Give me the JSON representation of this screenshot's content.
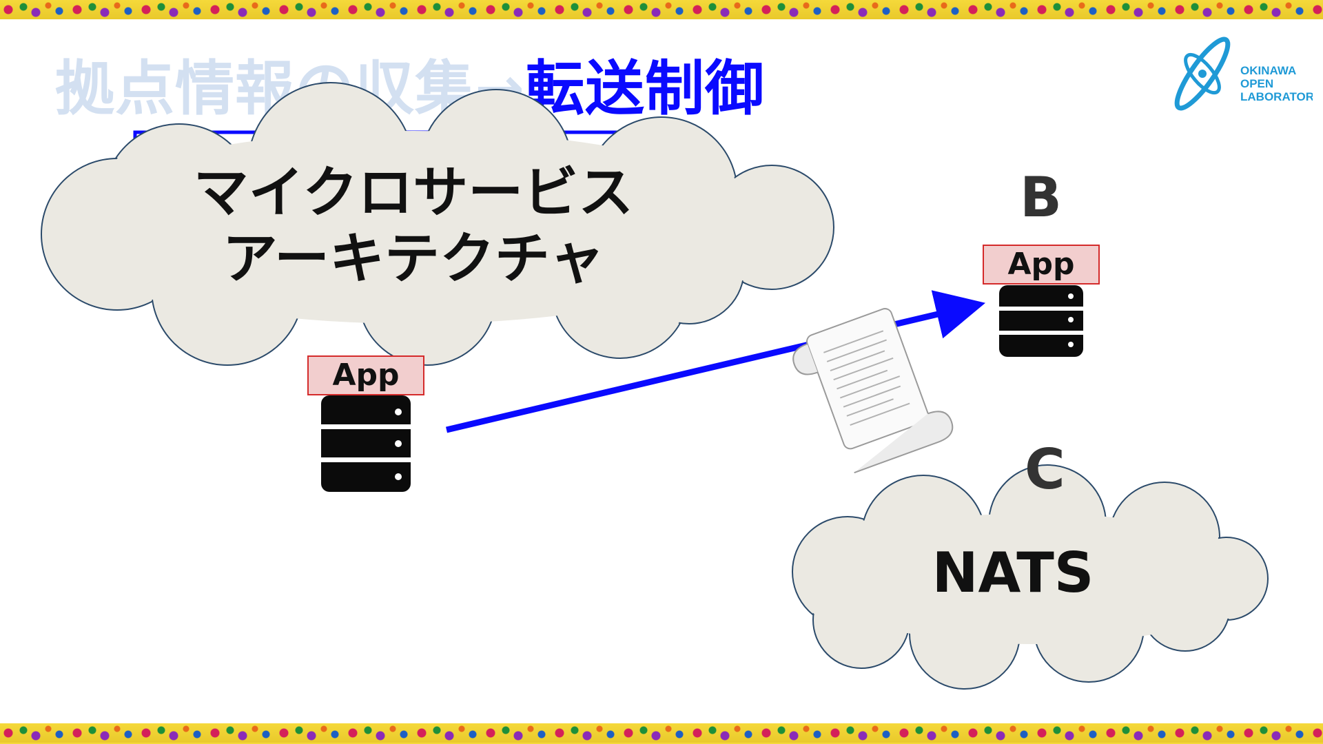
{
  "title": {
    "dim": "拠点情報の収集→",
    "highlight": "転送制御"
  },
  "logo": {
    "line1": "OKINAWA",
    "line2": "OPEN",
    "line3": "LABORATORY"
  },
  "cloud_microservices": {
    "line1": "マイクロサービス",
    "line2": "アーキテクチャ"
  },
  "cloud_nats": {
    "label": "NATS"
  },
  "node_a": {
    "app_label": "App"
  },
  "node_b": {
    "letter": "B",
    "app_label": "App"
  },
  "node_c": {
    "letter": "C"
  },
  "colors": {
    "accent_blue": "#0a0aff",
    "title_dim": "#d3e0f1",
    "cloud_fill": "#ebe9e2",
    "cloud_stroke": "#2b4a6a",
    "app_fill": "#f2cece",
    "app_border": "#d42a2a"
  }
}
